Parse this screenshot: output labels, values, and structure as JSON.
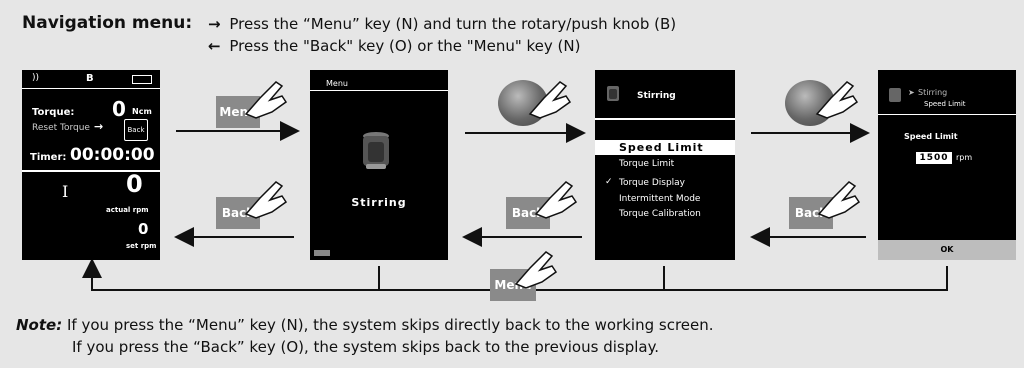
{
  "header": {
    "title": "Navigation menu:",
    "line1_arrow": "→",
    "line1": "Press the “Menu” key (N) and turn the rotary/push knob (B)",
    "line2_arrow": "←",
    "line2": "Press the \"Back\" key (O) or the \"Menu\" key (N)"
  },
  "screen1": {
    "status_b": "B",
    "torque_label": "Torque:",
    "torque_value": "0",
    "torque_unit": "Ncm",
    "reset_label": "Reset Torque",
    "reset_arrow": "→",
    "back_box": "Back",
    "timer_label": "Timer:",
    "timer_value": "00:00:00",
    "mode_icon": "I",
    "actual_value": "0",
    "actual_label": "actual rpm",
    "set_value": "0",
    "set_label": "set rpm"
  },
  "screen2": {
    "title": "Menu",
    "item": "Stirring"
  },
  "screen3": {
    "title": "Stirring",
    "items": [
      "Speed Limit",
      "Torque Limit",
      "Torque Display",
      "Intermittent Mode",
      "Torque Calibration"
    ],
    "check": "✓"
  },
  "screen4": {
    "crumb_arrow": "➤",
    "crumb_parent": "Stirring",
    "crumb_child": "Speed Limit",
    "label": "Speed Limit",
    "value": "1500",
    "unit": "rpm",
    "ok": "OK"
  },
  "buttons": {
    "menu": "Menu",
    "back": "Back"
  },
  "note": {
    "label": "Note:",
    "line1": "If you press the “Menu” key (N), the system skips directly back to the working screen.",
    "line2": "If you press the “Back” key (O), the system skips back to the previous display."
  },
  "colors": {
    "background": "#e6e6e6",
    "screen": "#000000",
    "button": "#8a8a8a",
    "arrow": "#111111"
  }
}
